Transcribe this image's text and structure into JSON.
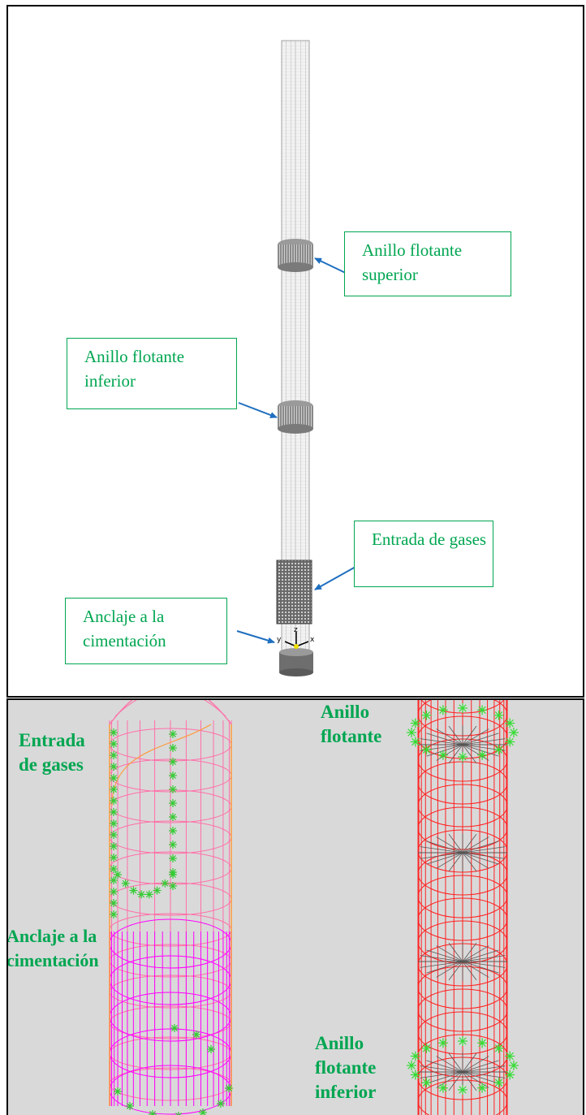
{
  "top": {
    "callouts": {
      "upper_ring": "Anillo flotante superior",
      "lower_ring": "Anillo flotante inferior",
      "gas_inlet": "Entrada de gases",
      "anchorage": "Anclaje a la cimentación"
    },
    "axes": {
      "z": "z",
      "x": "x",
      "y": "y"
    }
  },
  "bottom": {
    "left_labels": {
      "gas_inlet": "Entrada de gases",
      "anchorage": "Anclaje a la cimentación"
    },
    "right_labels": {
      "upper_ring": "Anillo flotante",
      "lower_ring": "Anillo flotante inferior"
    }
  },
  "colors": {
    "callout_green": "#00a651",
    "arrow_blue": "#1f6fbf",
    "mesh_red": "#ff2020",
    "mesh_pink": "#ff55cc",
    "mesh_orange": "#ff9a3c",
    "mesh_magenta": "#ff00ff",
    "panel_gray": "#d9d9d9"
  }
}
